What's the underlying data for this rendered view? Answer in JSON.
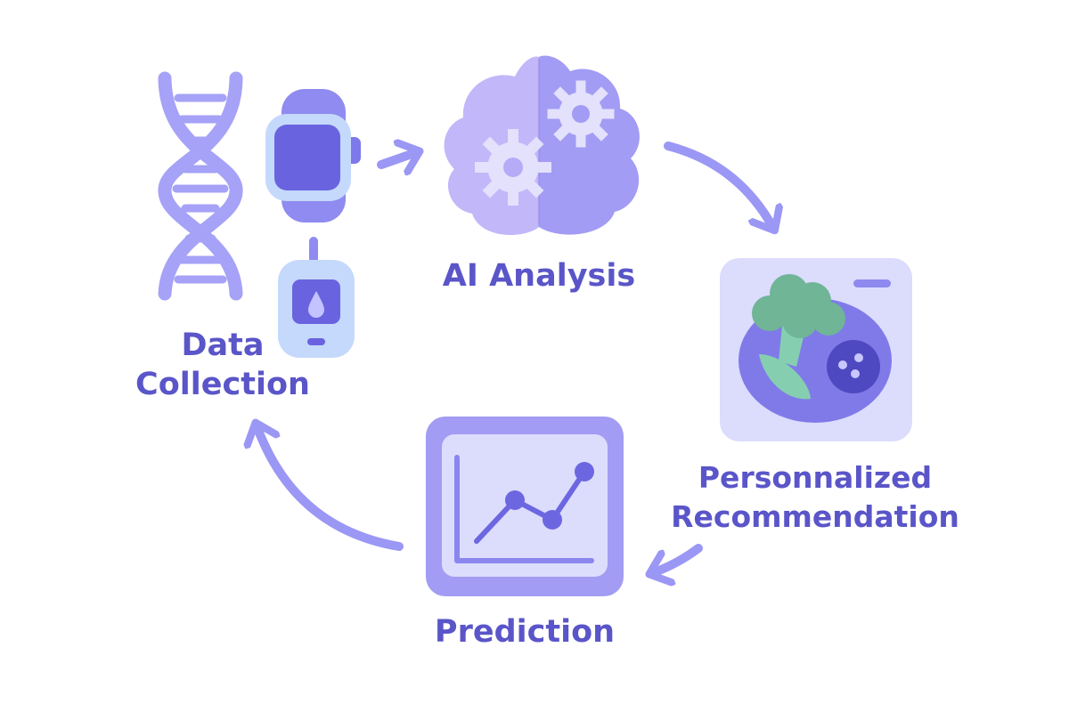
{
  "stages": {
    "data_collection": {
      "label_line1": "Data",
      "label_line2": "Collection"
    },
    "ai_analysis": {
      "label": "AI Analysis"
    },
    "personalized_recommendation": {
      "label_line1": "Personnalized",
      "label_line2": "Recommendation"
    },
    "prediction": {
      "label": "Prediction"
    }
  },
  "icons": [
    "dna-icon",
    "smartwatch-icon",
    "glucose-meter-icon",
    "brain-icon",
    "gear-icon",
    "meal-plate-icon",
    "broccoli-icon",
    "chart-icon"
  ],
  "colors": {
    "primary_text": "#5a55c8",
    "accent": "#9b97f5",
    "accent_dark": "#6c67e0",
    "light_fill": "#cfd0fb",
    "pale_fill": "#dcdcfd",
    "green": "#7fc9a8",
    "background": "#ffffff"
  }
}
